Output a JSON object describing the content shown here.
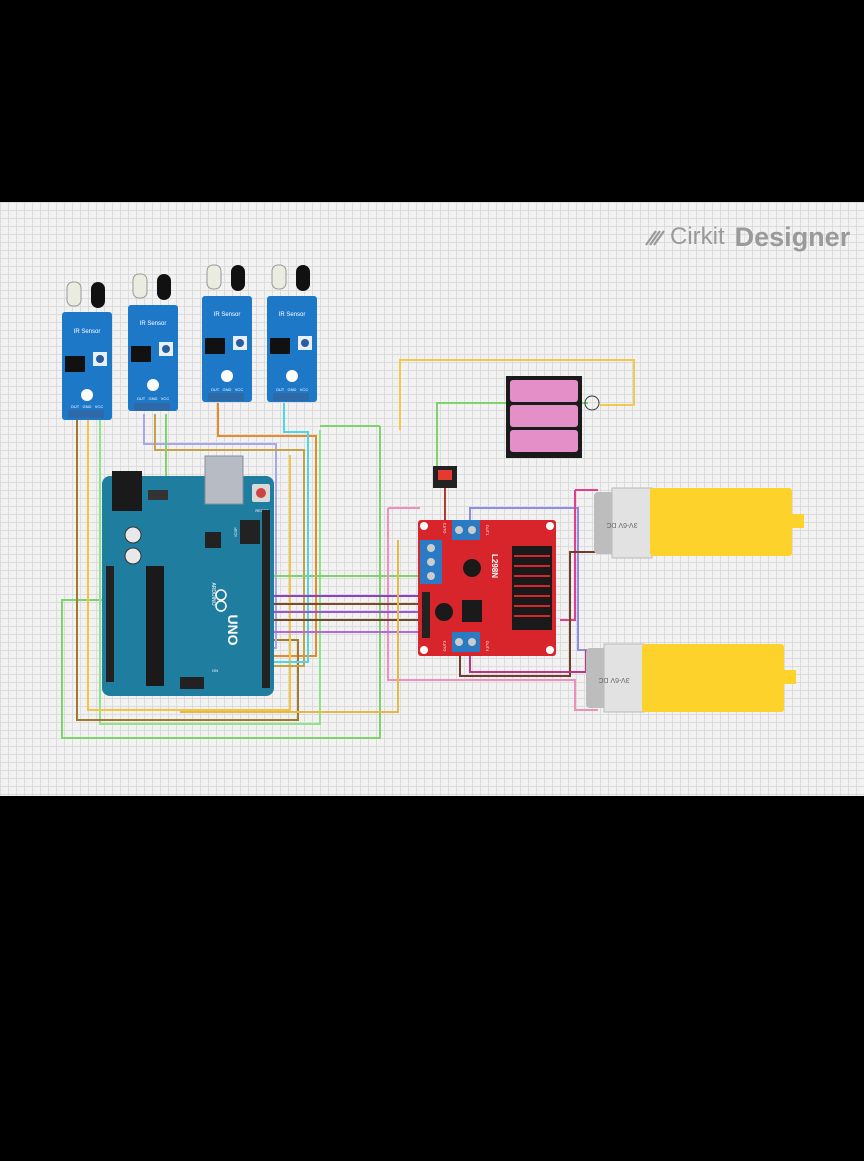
{
  "logo": {
    "brand": "Cirkit",
    "product": "Designer"
  },
  "ir_sensors": [
    {
      "label": "IR Sensor",
      "pins": [
        "OUT",
        "GND",
        "VCC"
      ]
    },
    {
      "label": "IR Sensor",
      "pins": [
        "OUT",
        "GND",
        "VCC"
      ]
    },
    {
      "label": "IR Sensor",
      "pins": [
        "OUT",
        "GND",
        "VCC"
      ]
    },
    {
      "label": "IR Sensor",
      "pins": [
        "OUT",
        "GND",
        "VCC"
      ]
    }
  ],
  "arduino": {
    "model": "UNO",
    "brand": "ARDUINO",
    "reset_label": "RESET",
    "icsp_label": "ICSP",
    "on_label": "ON"
  },
  "driver": {
    "chip": "L298N",
    "out1": "OUT1",
    "out2": "OUT2",
    "out3": "OUT3",
    "out4": "OUT4"
  },
  "motors": [
    {
      "label": "3V-6V DC"
    },
    {
      "label": "3V-6V DC"
    }
  ],
  "colors": {
    "grid_bg": "#f2f2f2",
    "sensor_blue": "#1e78c8",
    "arduino_teal": "#1f7ea0",
    "driver_red": "#d8252b",
    "motor_yellow": "#fdd22a",
    "battery_pink": "#e58fc9"
  }
}
